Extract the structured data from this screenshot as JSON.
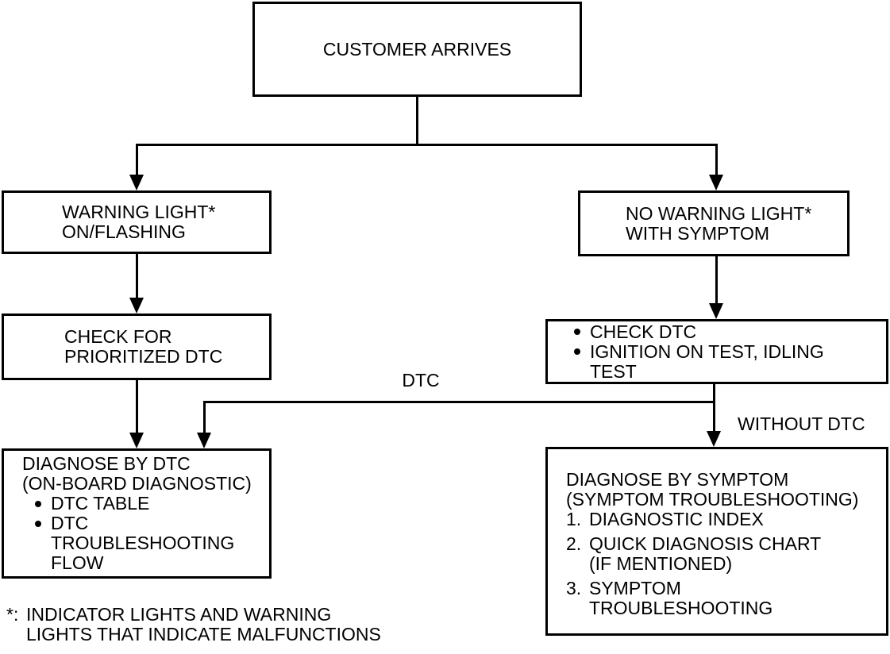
{
  "page": {
    "background": "#ffffff",
    "line_color": "#000000"
  },
  "nodes": {
    "customer": {
      "label": "CUSTOMER ARRIVES"
    },
    "warning": {
      "lines": [
        "WARNING LIGHT*",
        "ON/FLASHING"
      ]
    },
    "no_warning": {
      "lines": [
        "NO WARNING LIGHT*",
        "WITH SYMPTOM"
      ]
    },
    "check_prioritized": {
      "lines": [
        "CHECK FOR",
        "PRIORITIZED DTC"
      ]
    },
    "check_dtc": {
      "bullet1": "CHECK DTC",
      "bullet2": "IGNITION ON TEST, IDLING",
      "bullet2_wrap": "TEST"
    },
    "diagnose_dtc": {
      "line1": "DIAGNOSE BY DTC",
      "line2": "(ON-BOARD DIAGNOSTIC)",
      "bullet1": "DTC TABLE",
      "bullet2": "DTC",
      "bullet2_wrap1": "TROUBLESHOOTING",
      "bullet2_wrap2": "FLOW"
    },
    "diagnose_symptom": {
      "line1": "DIAGNOSE BY SYMPTOM",
      "line2": "(SYMPTOM TROUBLESHOOTING)",
      "item1_num": "1.",
      "item1_text": "DIAGNOSTIC INDEX",
      "item2_num": "2.",
      "item2_text": "QUICK DIAGNOSIS CHART",
      "item2_wrap": "(IF MENTIONED)",
      "item3_num": "3.",
      "item3_text": "SYMPTOM",
      "item3_wrap": "TROUBLESHOOTING"
    }
  },
  "edge_labels": {
    "dtc": "DTC",
    "without_dtc": "WITHOUT DTC"
  },
  "footnote": {
    "marker": "*:",
    "line1": "INDICATOR LIGHTS AND WARNING",
    "line2": "LIGHTS THAT INDICATE MALFUNCTIONS"
  }
}
